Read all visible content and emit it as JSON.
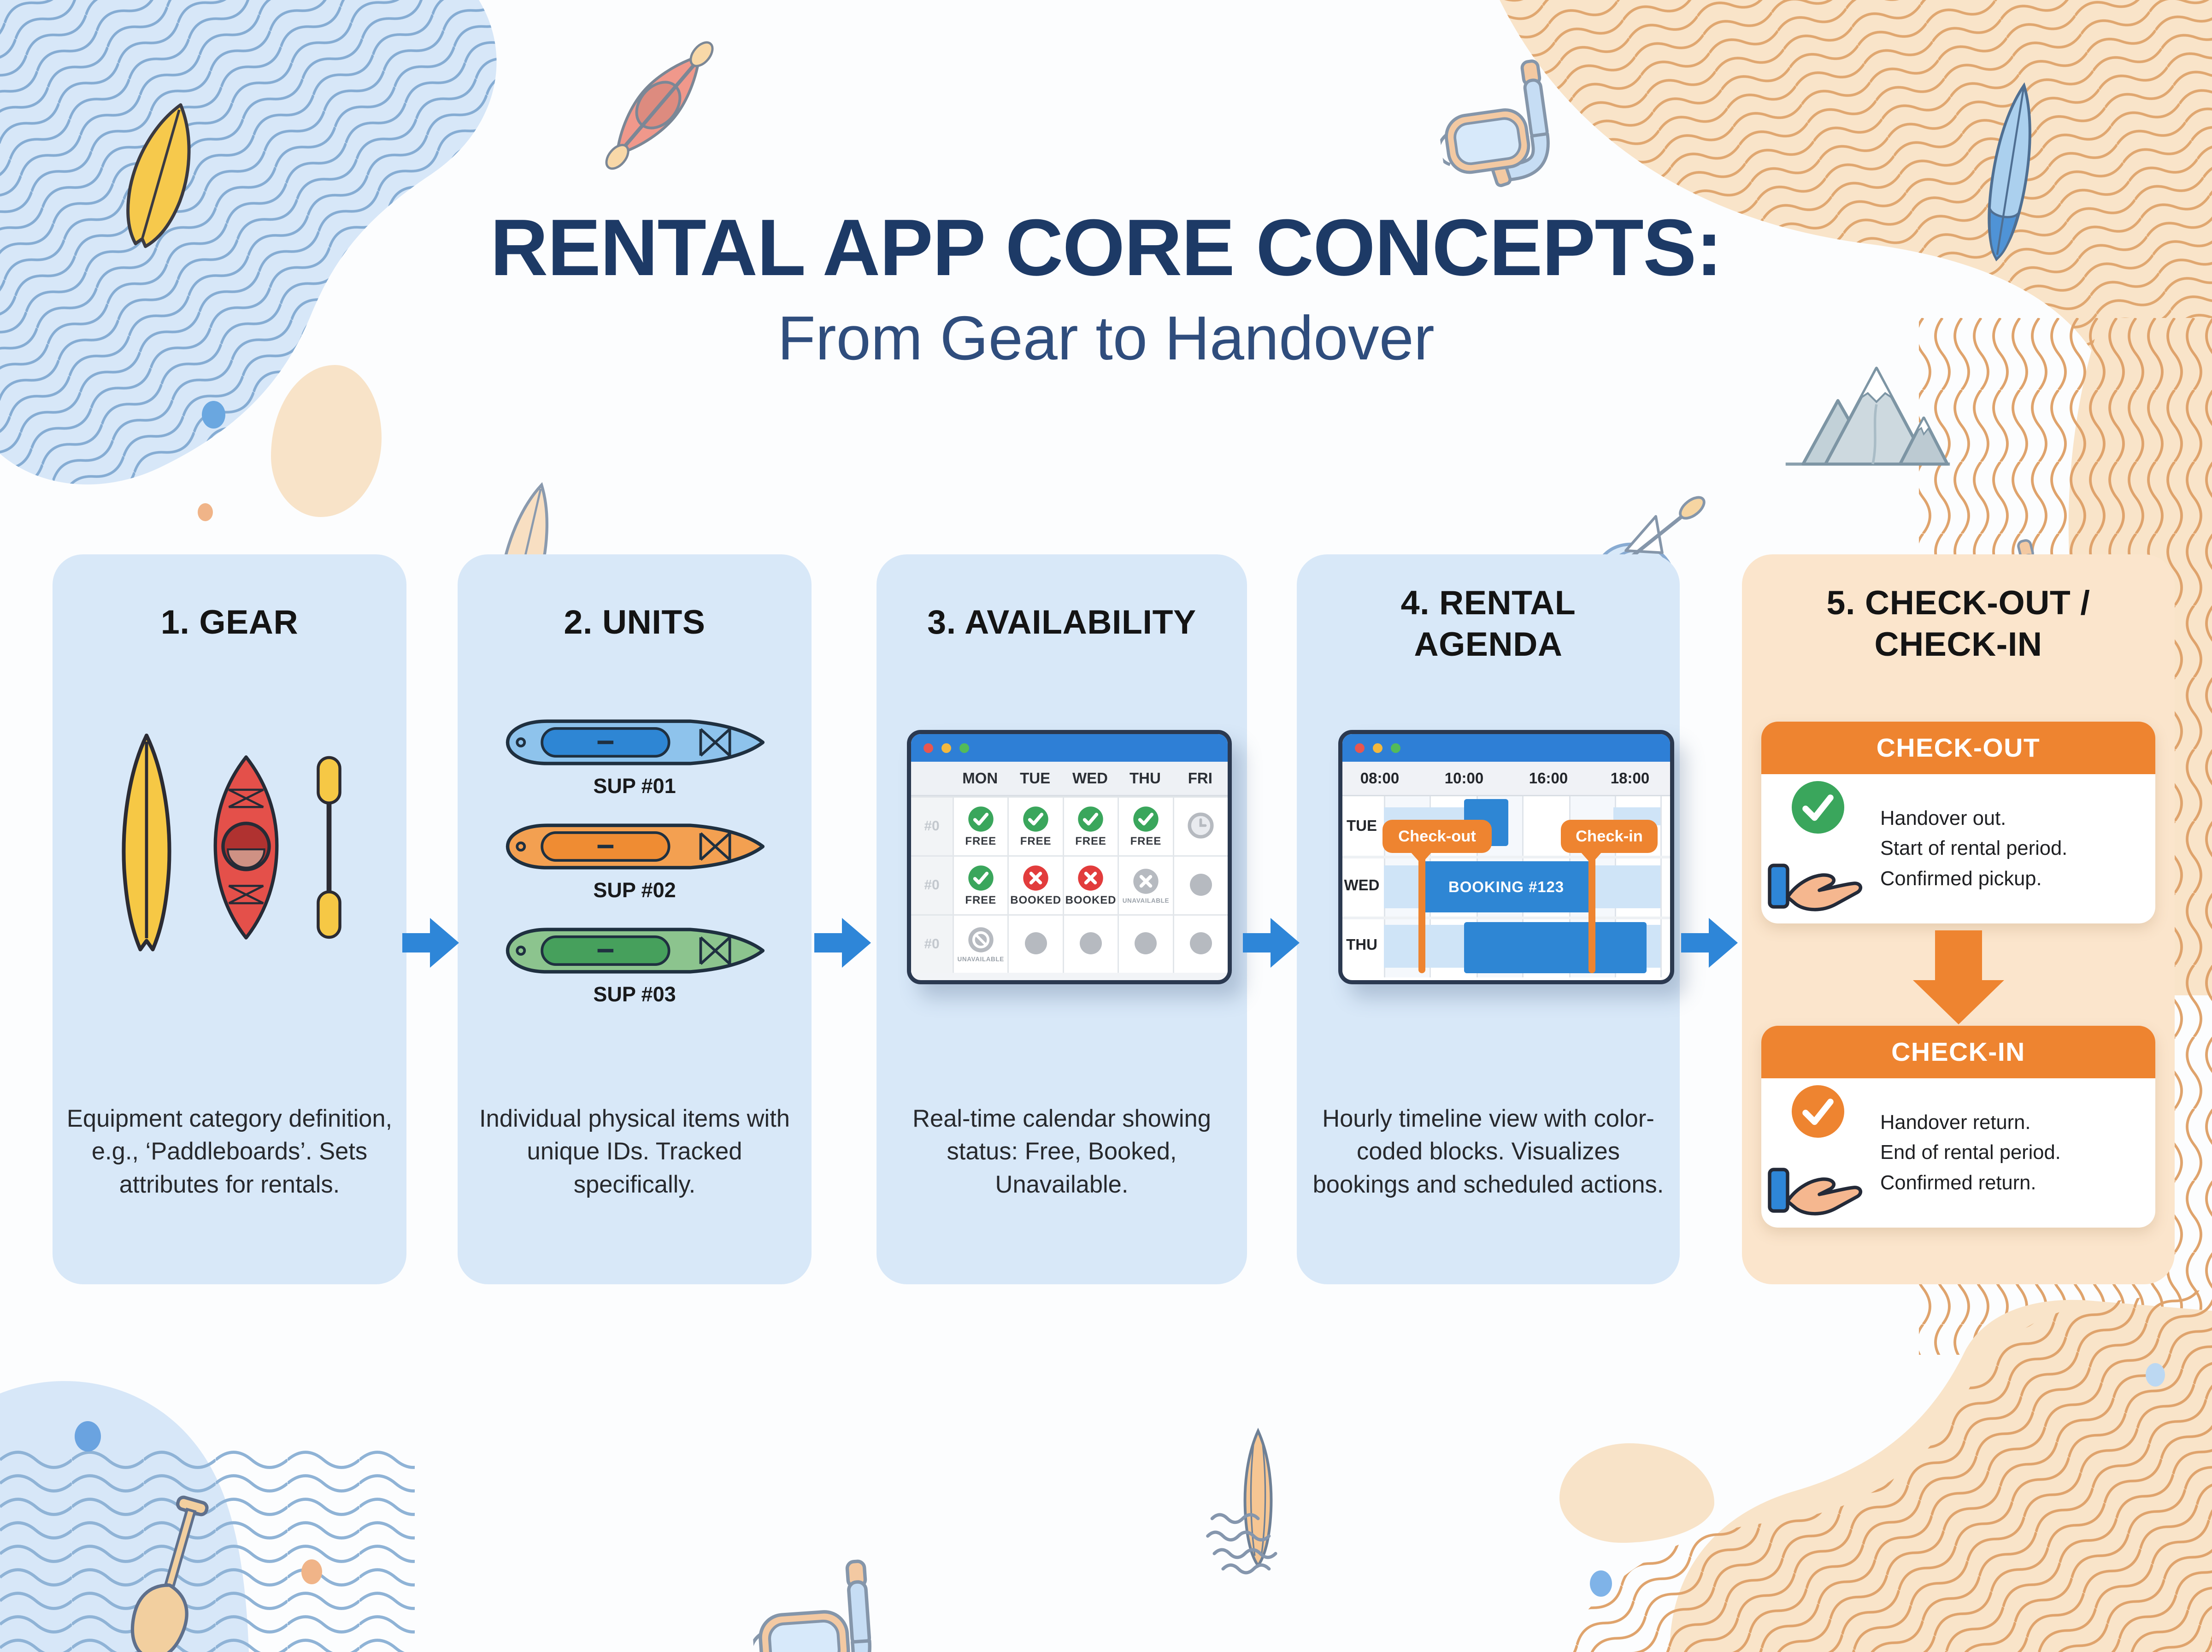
{
  "header": {
    "title": "RENTAL APP CORE CONCEPTS:",
    "subtitle": "From Gear to Handover"
  },
  "colors": {
    "navy_title": "#1d3a66",
    "panel_blue": "#d8e8f8",
    "panel_peach": "#fbe5cc",
    "accent_blue": "#2e86d4",
    "accent_orange": "#ee8430",
    "status_green": "#3aa65c",
    "status_red": "#e23c3c",
    "status_gray": "#b6bac0",
    "window_bar_blue": "#2e7fd6",
    "light_booking_blue": "#cfe4f7"
  },
  "panels": {
    "gear": {
      "title": "1. GEAR",
      "icons": [
        "surfboard-icon",
        "kayak-icon",
        "paddle-icon"
      ],
      "description": "Equipment category definition, e.g., ‘Paddleboards’. Sets attributes for rentals."
    },
    "units": {
      "title": "2. UNITS",
      "items": [
        {
          "label": "SUP #01",
          "color": "#8ec3ec",
          "pad_color": "#2e86d4"
        },
        {
          "label": "SUP #02",
          "color": "#f3a051",
          "pad_color": "#ef8c33"
        },
        {
          "label": "SUP #03",
          "color": "#8cc48e",
          "pad_color": "#46a05c"
        }
      ],
      "description": "Individual physical items with unique IDs. Tracked specifically."
    },
    "availability": {
      "title": "3. AVAILABILITY",
      "days": [
        "MON",
        "TUE",
        "WED",
        "THU",
        "FRI"
      ],
      "row_ids": [
        "#0",
        "#0",
        "#0"
      ],
      "grid": {
        "cells": [
          [
            {
              "status": "free",
              "label": "FREE"
            },
            {
              "status": "free",
              "label": "FREE"
            },
            {
              "status": "free",
              "label": "FREE"
            },
            {
              "status": "free",
              "label": "FREE"
            },
            {
              "status": "pending-clock",
              "label": ""
            }
          ],
          [
            {
              "status": "free",
              "label": "FREE"
            },
            {
              "status": "booked",
              "label": "BOOKED"
            },
            {
              "status": "booked",
              "label": "BOOKED"
            },
            {
              "status": "unavailable-x",
              "label": "UNAVAILABLE"
            },
            {
              "status": "empty",
              "label": ""
            }
          ],
          [
            {
              "status": "unavailable-blocked",
              "label": "UNAVAILABLE"
            },
            {
              "status": "empty",
              "label": ""
            },
            {
              "status": "empty",
              "label": ""
            },
            {
              "status": "empty",
              "label": ""
            },
            {
              "status": "empty",
              "label": ""
            }
          ]
        ]
      },
      "description": "Real-time calendar showing status: Free, Booked, Unavailable."
    },
    "agenda": {
      "title": "4. RENTAL AGENDA",
      "times": [
        "08:00",
        "10:00",
        "16:00",
        "18:00"
      ],
      "days": [
        "TUE",
        "WED",
        "THU"
      ],
      "checkout_flag": "Check-out",
      "checkin_flag": "Check-in",
      "booking_label": "BOOKING #123",
      "description": "Hourly timeline view with color-coded blocks. Visualizes bookings and scheduled actions."
    },
    "handover": {
      "title": "5. CHECK-OUT / CHECK-IN",
      "checkout": {
        "header": "CHECK-OUT",
        "icon": "check-circle-green",
        "hand_icon": "hand-holding-icon",
        "lines": [
          "Handover out.",
          "Start of rental period.",
          "Confirmed pickup."
        ]
      },
      "arrow_icon": "arrow-down",
      "checkin": {
        "header": "CHECK-IN",
        "icon": "check-circle-orange",
        "hand_icon": "hand-holding-icon",
        "lines": [
          "Handover return.",
          "End of rental period.",
          "Confirmed return."
        ]
      }
    }
  },
  "decor": {
    "top_left": [
      "contour-wave-blob",
      "surfboard-icon",
      "dot",
      "blob",
      "surfboard-icon"
    ],
    "top_center": [
      "kayak-with-paddle-icon"
    ],
    "top_right": [
      "contour-wave-blob",
      "snorkel-mask-icon",
      "surfboard-icon",
      "mountains-icon",
      "kayaker-wave-icon",
      "snorkel-mask-icon"
    ],
    "bottom_left": [
      "contour-wave-blob",
      "dot",
      "paddle-icon",
      "dot",
      "snorkel-mask-icon"
    ],
    "bottom_right": [
      "surfboard-in-waves-icon",
      "dot",
      "blob",
      "contour-wave-blob",
      "dot"
    ]
  }
}
